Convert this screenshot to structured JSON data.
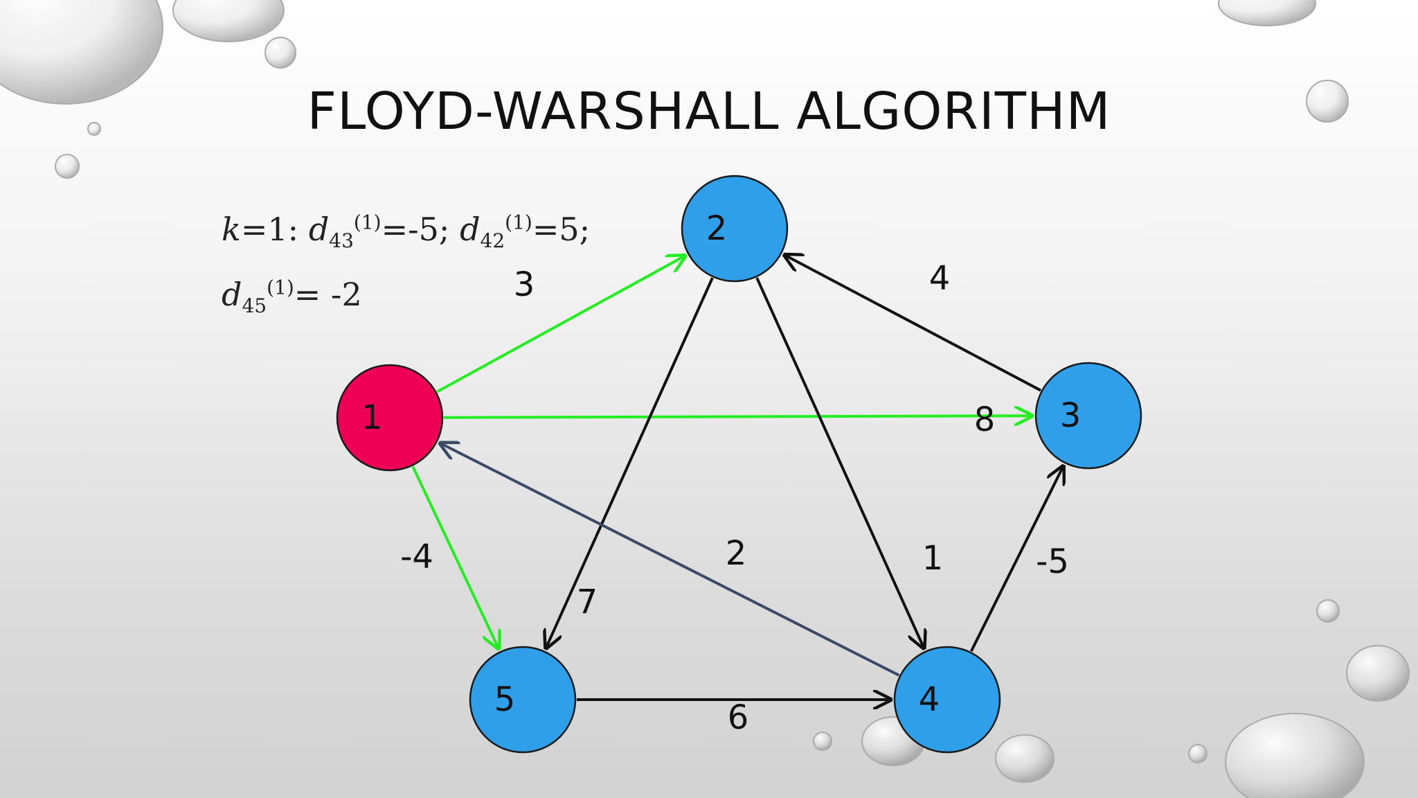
{
  "slide": {
    "title": "FLOYD-WARSHALL ALGORITHM",
    "formula_line1": {
      "k": "k",
      "k_value": "=1: ",
      "d1": "d",
      "d1_sub": "43",
      "d1_sup": "(1)",
      "d1_value": "=-5; ",
      "d2": "d",
      "d2_sub": "42",
      "d2_sup": "(1)",
      "d2_value": "=5;"
    },
    "formula_line2": {
      "d": "d",
      "d_sub": "45",
      "d_sup": "(1)",
      "d_value": "= -2"
    }
  },
  "graph": {
    "nodes": [
      {
        "id": "1",
        "label": "1",
        "color": "#ee0055"
      },
      {
        "id": "2",
        "label": "2",
        "color": "#2e9fe8"
      },
      {
        "id": "3",
        "label": "3",
        "color": "#2e9fe8"
      },
      {
        "id": "4",
        "label": "4",
        "color": "#2e9fe8"
      },
      {
        "id": "5",
        "label": "5",
        "color": "#2e9fe8"
      }
    ],
    "edges": [
      {
        "from": "1",
        "to": "2",
        "weight": "3",
        "color": "#22ee22"
      },
      {
        "from": "1",
        "to": "3",
        "weight": "8",
        "color": "#22ee22"
      },
      {
        "from": "1",
        "to": "5",
        "weight": "-4",
        "color": "#22ee22"
      },
      {
        "from": "2",
        "to": "5",
        "weight": "7",
        "color": "#111111"
      },
      {
        "from": "2",
        "to": "4",
        "weight": "1",
        "color": "#111111"
      },
      {
        "from": "3",
        "to": "2",
        "weight": "4",
        "color": "#111111"
      },
      {
        "from": "4",
        "to": "3",
        "weight": "-5",
        "color": "#111111"
      },
      {
        "from": "4",
        "to": "1",
        "weight": "2",
        "color": "#3b4a66"
      },
      {
        "from": "5",
        "to": "4",
        "weight": "6",
        "color": "#111111"
      }
    ]
  }
}
